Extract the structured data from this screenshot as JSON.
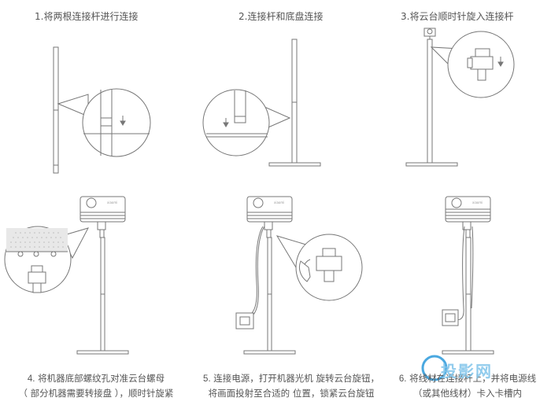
{
  "steps": [
    {
      "num": "1.",
      "title": "将两根连接杆进行连接"
    },
    {
      "num": "2.",
      "title": "连接杆和底盘连接"
    },
    {
      "num": "3.",
      "title": "将云台顺时针旋入连接杆"
    },
    {
      "num": "4.",
      "line1": "将机器底部螺纹孔对准云台螺母",
      "line2": "（ 部分机器需要转接盘 ），顺时针旋紧"
    },
    {
      "num": "5.",
      "line1": "连接电源，打开机器光机 旋转云台旋钮，",
      "line2": "将画面投射至合适的 位置，锁紧云台旋钮"
    },
    {
      "num": "6.",
      "line1": "将线材在连接杆上，并将电源线",
      "line2": "（或其他线材）卡入卡槽内"
    }
  ],
  "watermark": {
    "text": "投影网"
  },
  "device_label": "xiaomi",
  "icons": [
    "arrow-down-icon",
    "power-plug-icon",
    "rotate-icon"
  ]
}
